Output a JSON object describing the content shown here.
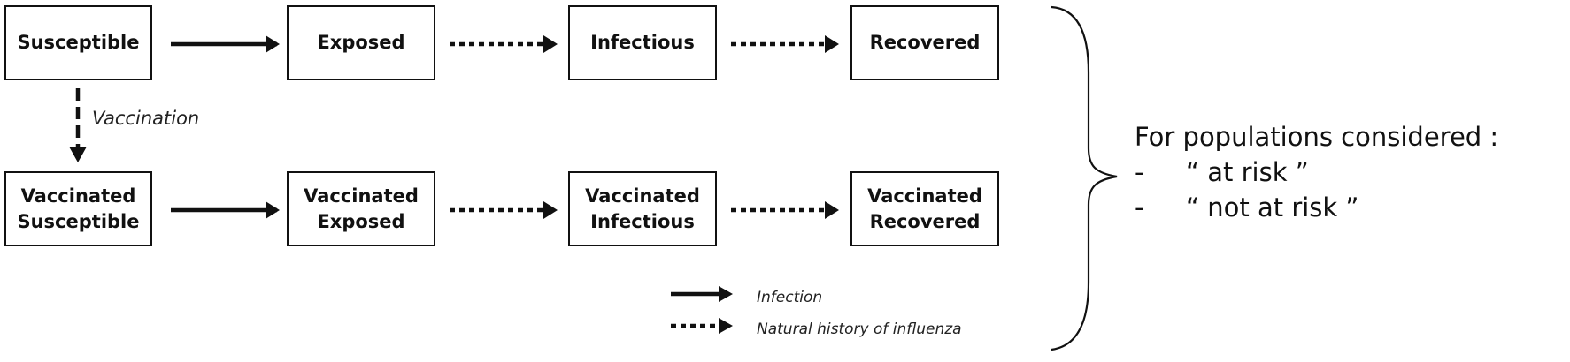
{
  "diagram": {
    "top_row": {
      "susceptible": "Susceptible",
      "exposed": "Exposed",
      "infectious": "Infectious",
      "recovered": "Recovered"
    },
    "bottom_row": {
      "susceptible": [
        "Vaccinated",
        "Susceptible"
      ],
      "exposed": [
        "Vaccinated",
        "Exposed"
      ],
      "infectious": [
        "Vaccinated",
        "Infectious"
      ],
      "recovered": [
        "Vaccinated",
        "Recovered"
      ]
    },
    "vaccination_label": "Vaccination",
    "legend": {
      "infection": "Infection",
      "natural_history": "Natural history of influenza"
    },
    "note": {
      "heading": "For populations considered :",
      "items": [
        {
          "bullet": "-",
          "text": "“ at risk ”"
        },
        {
          "bullet": "-",
          "text": "“ not at risk ”"
        }
      ]
    }
  }
}
